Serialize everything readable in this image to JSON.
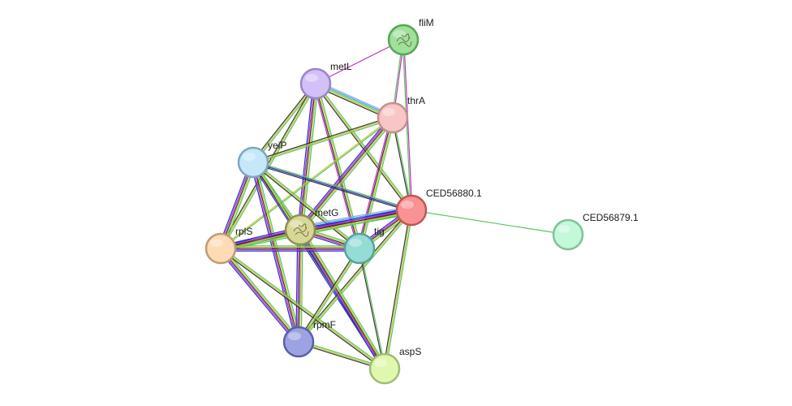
{
  "nodes": [
    {
      "id": "fliM",
      "label": "fliM",
      "fill": "#9fe09a",
      "stroke": "#58a552",
      "has_structure": true
    },
    {
      "id": "metL",
      "label": "metL",
      "fill": "#d3c0f9",
      "stroke": "#9a86c6"
    },
    {
      "id": "thrA",
      "label": "thrA",
      "fill": "#f8c6c6",
      "stroke": "#c49090"
    },
    {
      "id": "yeiP",
      "label": "yeiP",
      "fill": "#c4e8fa",
      "stroke": "#7fa6bf"
    },
    {
      "id": "CED56880.1",
      "label": "CED56880.1",
      "fill": "#f99393",
      "stroke": "#c05555"
    },
    {
      "id": "CED56879.1",
      "label": "CED56879.1",
      "fill": "#c3f8d9",
      "stroke": "#7fc19b"
    },
    {
      "id": "metG",
      "label": "metG",
      "fill": "#d7d796",
      "stroke": "#8f8f50",
      "has_structure": true
    },
    {
      "id": "rplS",
      "label": "rplS",
      "fill": "#fddbb5",
      "stroke": "#bf9b76"
    },
    {
      "id": "tig",
      "label": "tig",
      "fill": "#96dcd6",
      "stroke": "#5aa29c"
    },
    {
      "id": "rpmF",
      "label": "rpmF",
      "fill": "#9da3e2",
      "stroke": "#5860a6"
    },
    {
      "id": "aspS",
      "label": "aspS",
      "fill": "#dff8ad",
      "stroke": "#a2bb75"
    }
  ],
  "edge_colors": {
    "neighborhood": "#5cc45c",
    "text_mining": "#c6c73f",
    "coexpression": "#333333",
    "experiments": "#c232c2",
    "databases": "#37aee0",
    "cooccurrence": "#2c2cd6",
    "gene_fusion": "#d03030",
    "homology": "#9da3e2"
  },
  "edges": [
    {
      "source": "fliM",
      "target": "metL",
      "types": [
        "experiments"
      ]
    },
    {
      "source": "fliM",
      "target": "thrA",
      "types": [
        "experiments",
        "neighborhood"
      ]
    },
    {
      "source": "fliM",
      "target": "CED56880.1",
      "types": [
        "experiments",
        "neighborhood"
      ]
    },
    {
      "source": "metL",
      "target": "thrA",
      "types": [
        "homology",
        "databases",
        "neighborhood",
        "text_mining",
        "coexpression"
      ]
    },
    {
      "source": "metL",
      "target": "yeiP",
      "types": [
        "neighborhood",
        "text_mining",
        "coexpression"
      ]
    },
    {
      "source": "metL",
      "target": "CED56880.1",
      "types": [
        "neighborhood",
        "text_mining",
        "coexpression"
      ]
    },
    {
      "source": "metL",
      "target": "metG",
      "types": [
        "neighborhood",
        "text_mining",
        "coexpression",
        "experiments",
        "cooccurrence"
      ]
    },
    {
      "source": "metL",
      "target": "rplS",
      "types": [
        "neighborhood",
        "text_mining",
        "coexpression"
      ]
    },
    {
      "source": "metL",
      "target": "tig",
      "types": [
        "neighborhood",
        "text_mining",
        "coexpression",
        "experiments"
      ]
    },
    {
      "source": "thrA",
      "target": "yeiP",
      "types": [
        "neighborhood",
        "text_mining",
        "coexpression"
      ]
    },
    {
      "source": "thrA",
      "target": "CED56880.1",
      "types": [
        "neighborhood",
        "coexpression"
      ]
    },
    {
      "source": "thrA",
      "target": "metG",
      "types": [
        "neighborhood",
        "text_mining",
        "coexpression",
        "experiments",
        "cooccurrence"
      ]
    },
    {
      "source": "thrA",
      "target": "rplS",
      "types": [
        "neighborhood",
        "text_mining"
      ]
    },
    {
      "source": "thrA",
      "target": "tig",
      "types": [
        "neighborhood",
        "text_mining",
        "coexpression",
        "experiments"
      ]
    },
    {
      "source": "yeiP",
      "target": "CED56880.1",
      "types": [
        "neighborhood",
        "cooccurrence",
        "coexpression"
      ]
    },
    {
      "source": "yeiP",
      "target": "metG",
      "types": [
        "neighborhood",
        "text_mining",
        "coexpression"
      ]
    },
    {
      "source": "yeiP",
      "target": "rplS",
      "types": [
        "neighborhood",
        "text_mining",
        "coexpression",
        "experiments",
        "cooccurrence"
      ]
    },
    {
      "source": "yeiP",
      "target": "tig",
      "types": [
        "neighborhood",
        "text_mining",
        "coexpression"
      ]
    },
    {
      "source": "yeiP",
      "target": "rpmF",
      "types": [
        "neighborhood",
        "text_mining",
        "coexpression",
        "experiments",
        "cooccurrence"
      ]
    },
    {
      "source": "yeiP",
      "target": "aspS",
      "types": [
        "neighborhood",
        "text_mining",
        "coexpression",
        "cooccurrence"
      ]
    },
    {
      "source": "CED56880.1",
      "target": "CED56879.1",
      "types": [
        "neighborhood"
      ]
    },
    {
      "source": "CED56880.1",
      "target": "metG",
      "types": [
        "neighborhood",
        "text_mining",
        "coexpression",
        "experiments",
        "cooccurrence",
        "databases",
        "homology"
      ]
    },
    {
      "source": "CED56880.1",
      "target": "rplS",
      "types": [
        "neighborhood",
        "text_mining",
        "coexpression",
        "experiments",
        "cooccurrence"
      ]
    },
    {
      "source": "CED56880.1",
      "target": "tig",
      "types": [
        "neighborhood",
        "text_mining",
        "coexpression",
        "experiments",
        "cooccurrence"
      ]
    },
    {
      "source": "CED56880.1",
      "target": "rpmF",
      "types": [
        "neighborhood",
        "text_mining",
        "coexpression"
      ]
    },
    {
      "source": "CED56880.1",
      "target": "aspS",
      "types": [
        "neighborhood",
        "text_mining",
        "coexpression"
      ]
    },
    {
      "source": "metG",
      "target": "rplS",
      "types": [
        "neighborhood",
        "text_mining",
        "coexpression",
        "experiments",
        "cooccurrence"
      ]
    },
    {
      "source": "metG",
      "target": "tig",
      "types": [
        "neighborhood",
        "text_mining",
        "coexpression",
        "experiments",
        "cooccurrence"
      ]
    },
    {
      "source": "metG",
      "target": "rpmF",
      "types": [
        "neighborhood",
        "text_mining",
        "coexpression",
        "experiments",
        "cooccurrence"
      ]
    },
    {
      "source": "metG",
      "target": "aspS",
      "types": [
        "neighborhood",
        "text_mining",
        "coexpression",
        "experiments",
        "cooccurrence"
      ]
    },
    {
      "source": "rplS",
      "target": "tig",
      "types": [
        "neighborhood",
        "text_mining",
        "coexpression",
        "experiments",
        "cooccurrence"
      ]
    },
    {
      "source": "rplS",
      "target": "rpmF",
      "types": [
        "neighborhood",
        "text_mining",
        "coexpression",
        "experiments",
        "cooccurrence"
      ]
    },
    {
      "source": "rplS",
      "target": "aspS",
      "types": [
        "neighborhood",
        "text_mining",
        "coexpression"
      ]
    },
    {
      "source": "tig",
      "target": "rpmF",
      "types": [
        "neighborhood",
        "text_mining",
        "coexpression"
      ]
    },
    {
      "source": "tig",
      "target": "aspS",
      "types": [
        "neighborhood",
        "coexpression"
      ]
    },
    {
      "source": "rpmF",
      "target": "aspS",
      "types": [
        "neighborhood",
        "text_mining",
        "coexpression"
      ]
    }
  ]
}
